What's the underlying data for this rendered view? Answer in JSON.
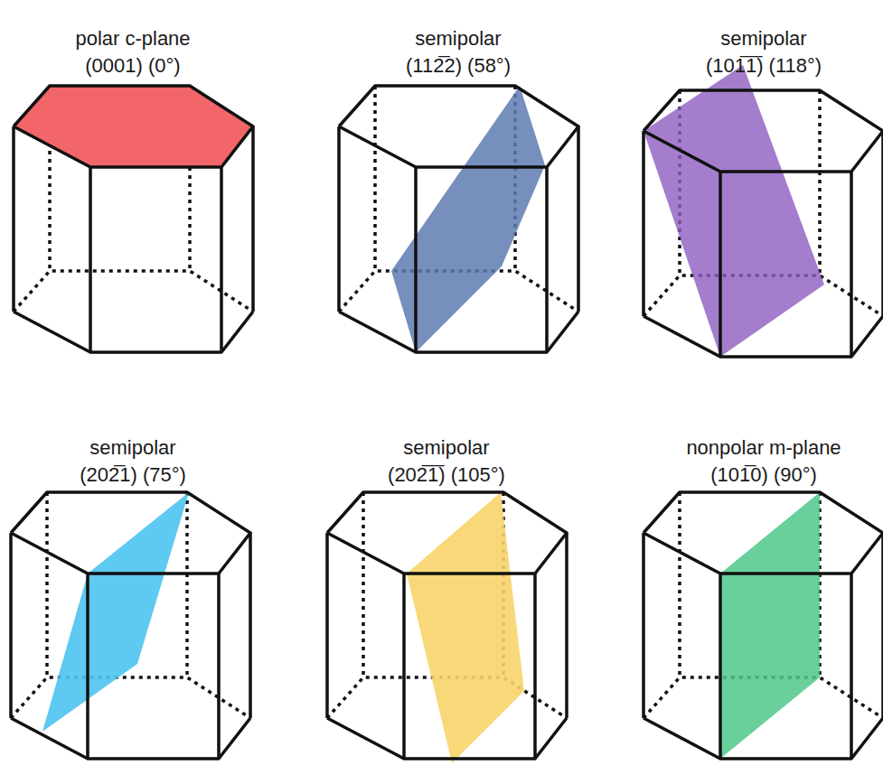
{
  "diagram": {
    "labels": [
      "polar c-plane",
      "(0001) (0°)",
      "semipolar",
      "(112̅2) (58°)",
      "semipolar",
      "(101̅1̅) (118°)",
      "semipolar",
      "(202̅1) (75°)",
      "semipolar",
      "(202̅1̅) (105°)",
      "nonpolar m-plane",
      "(101̅0) (90°)"
    ]
  }
}
